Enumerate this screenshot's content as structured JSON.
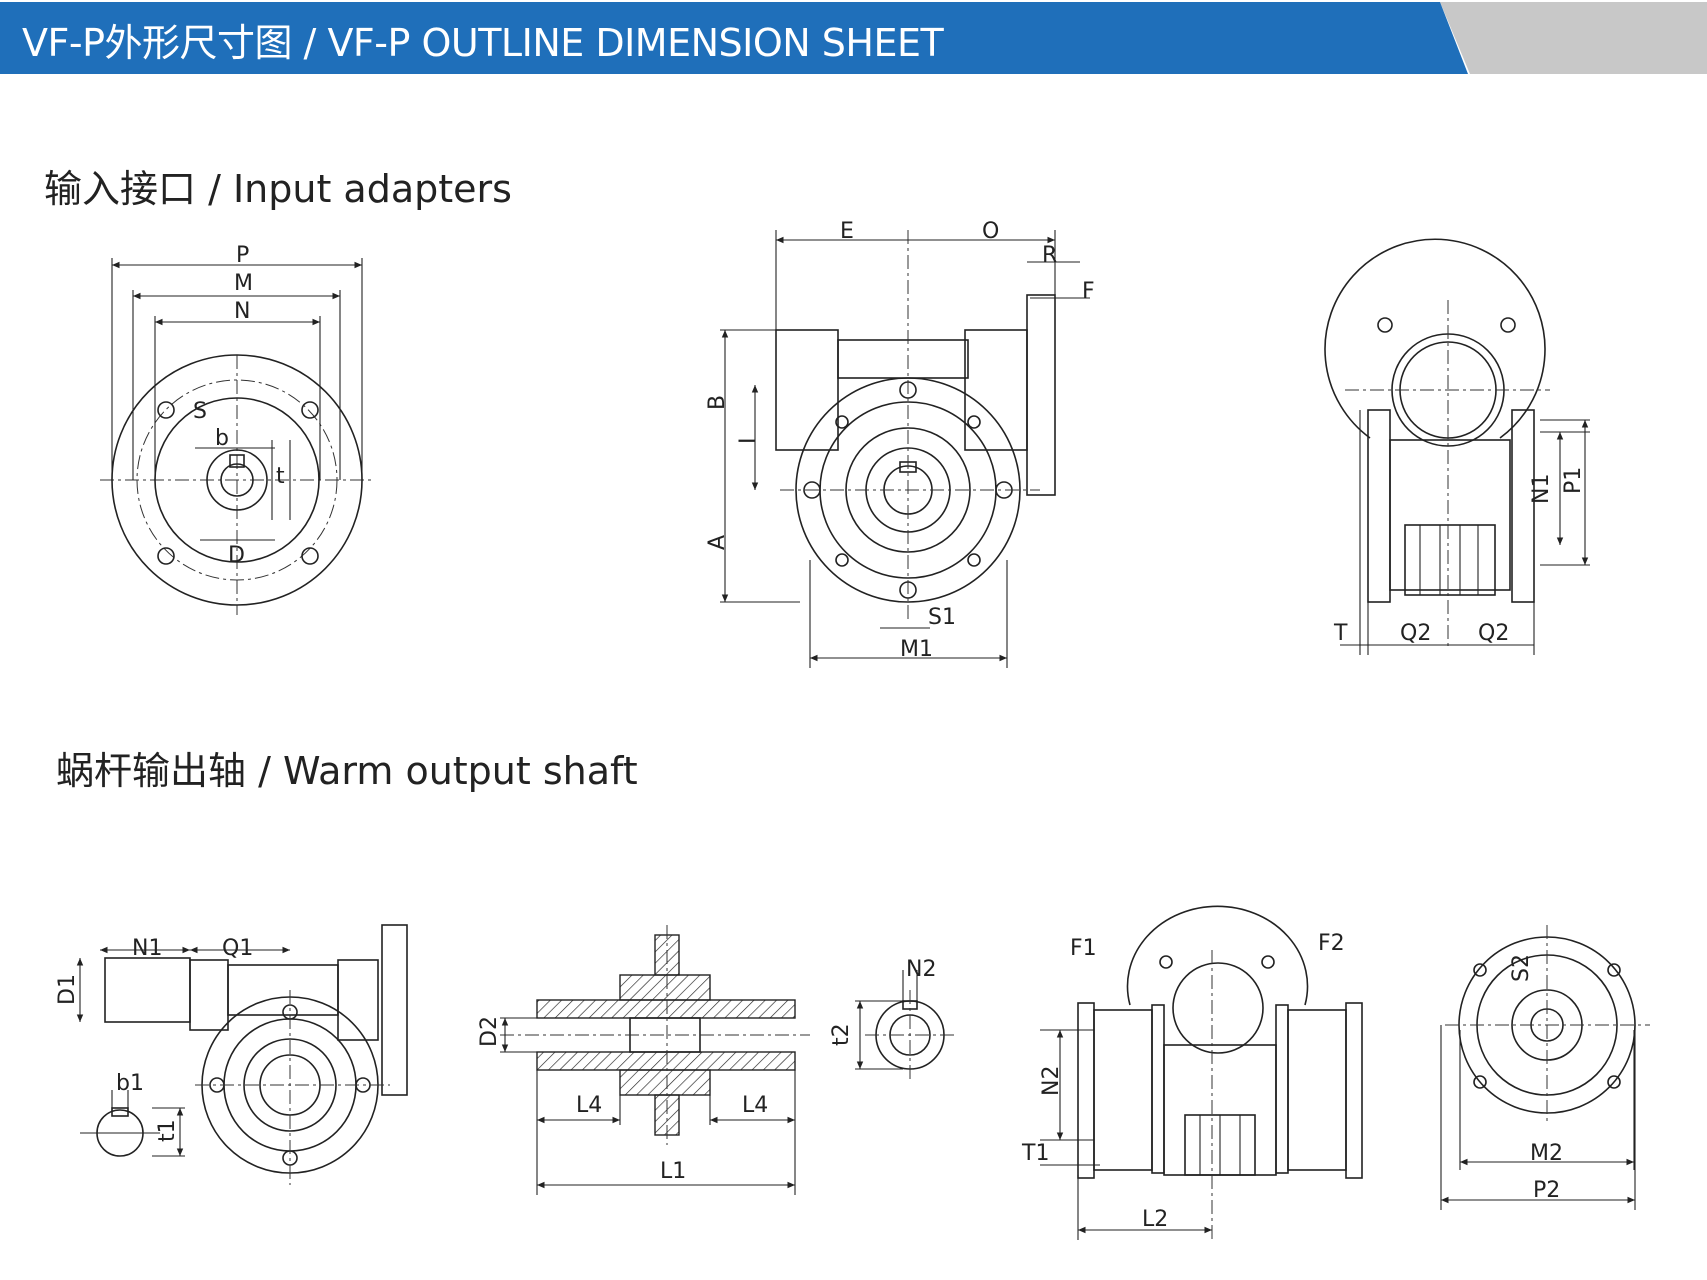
{
  "header": {
    "title": "VF-P外形尺寸图 / VF-P OUTLINE DIMENSION SHEET",
    "band_color": "#1f6fba",
    "tail_color": "#c8c8c8"
  },
  "sections": {
    "input_adapters": "输入接口 / Input adapters",
    "worm_output_shaft": "蜗杆输出轴 / Warm output shaft"
  },
  "labels": {
    "P": "P",
    "M": "M",
    "N": "N",
    "S": "S",
    "b": "b",
    "t": "t",
    "D": "D",
    "E": "E",
    "O": "O",
    "R": "R",
    "F": "F",
    "B": "B",
    "I": "I",
    "A": "A",
    "S1": "S1",
    "M1": "M1",
    "N1_right": "N1",
    "P1": "P1",
    "T": "T",
    "Q2a": "Q2",
    "Q2b": "Q2",
    "N1": "N1",
    "Q1": "Q1",
    "D1": "D1",
    "b1": "b1",
    "t1": "t1",
    "D2": "D2",
    "L4a": "L4",
    "L4b": "L4",
    "L1": "L1",
    "N2_key": "N2",
    "t2": "t2",
    "F1": "F1",
    "F2": "F2",
    "N2": "N2",
    "T1": "T1",
    "L2": "L2",
    "S2": "S2",
    "M2": "M2",
    "P2": "P2"
  }
}
